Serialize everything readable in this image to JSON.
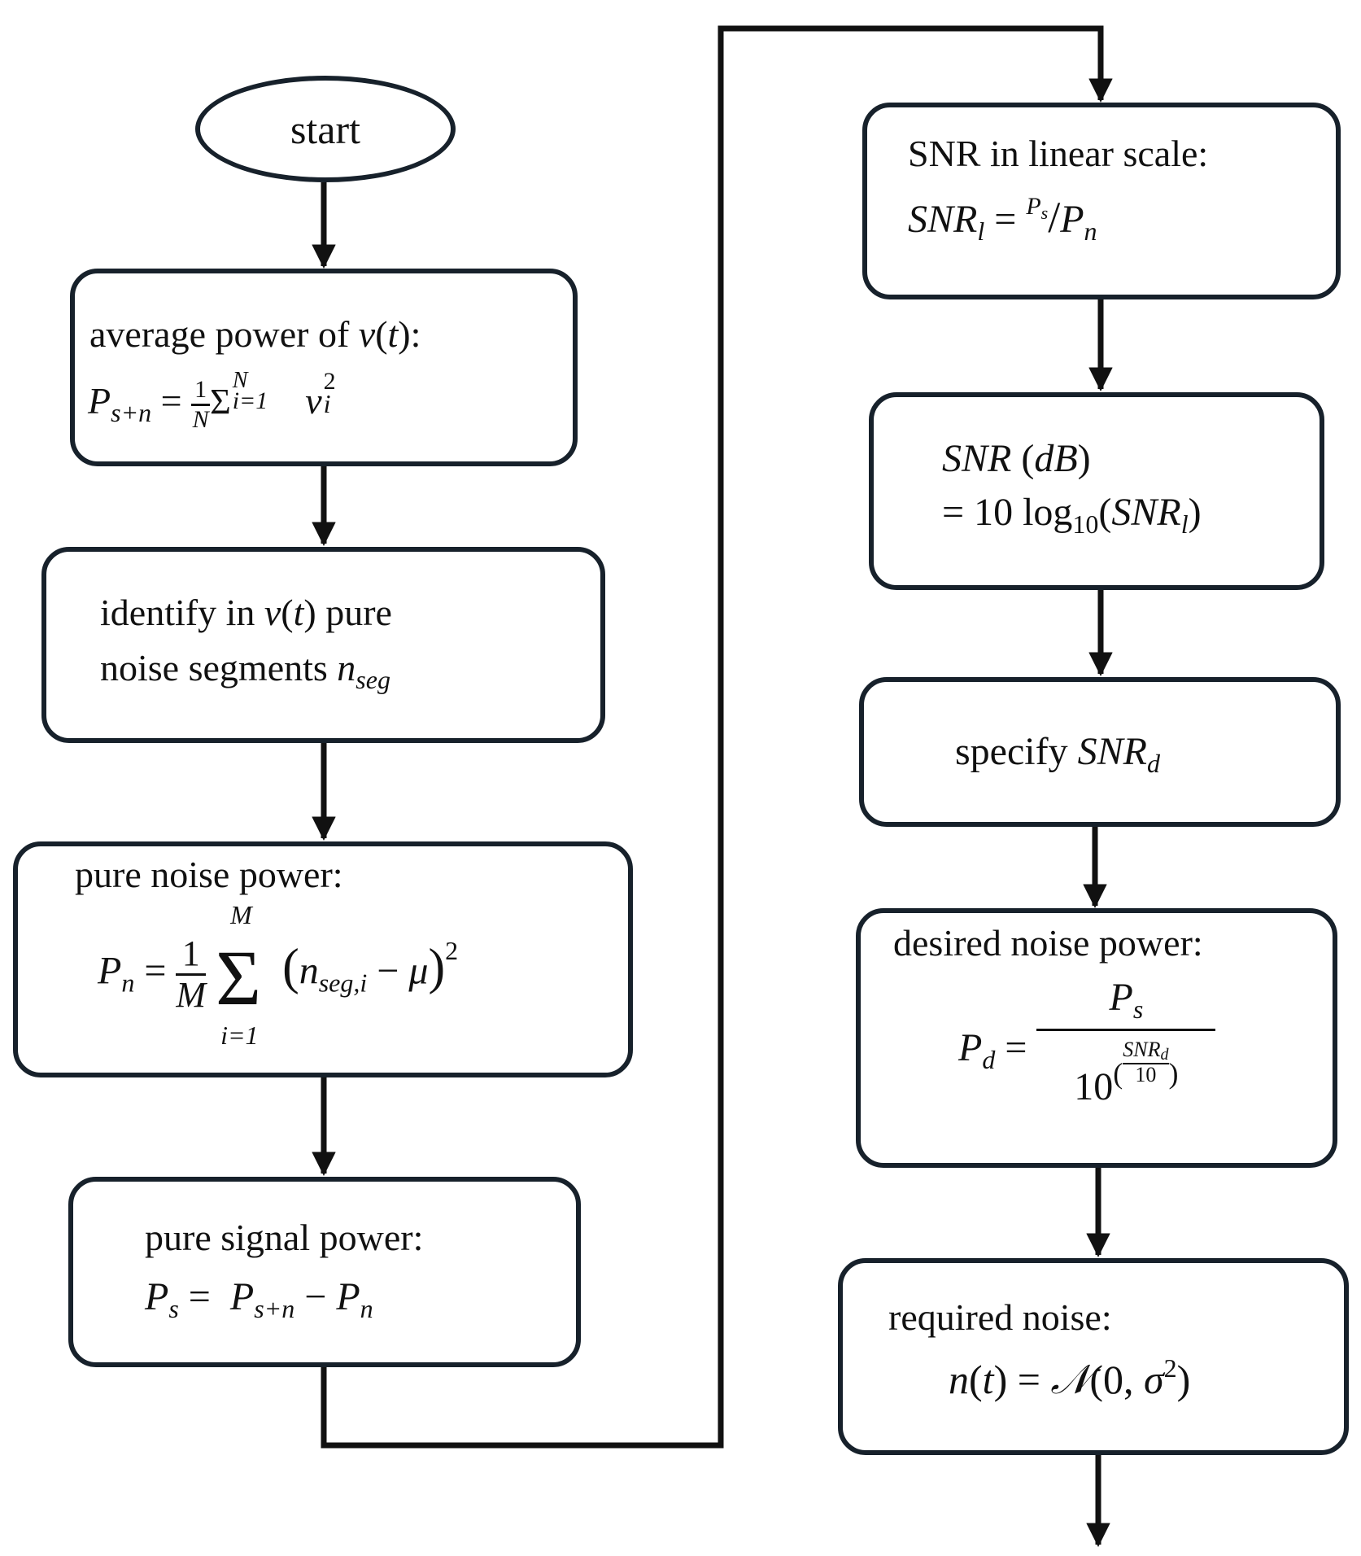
{
  "nodes": {
    "start": {
      "label": "start"
    },
    "avg_power": {
      "title": "average power of v(t):",
      "formula": "P_{s+n} = (1/N) Σ_{i=1}^{N} v_i^2"
    },
    "identify": {
      "line1": "identify in v(t) pure",
      "line2": "noise segments n_seg"
    },
    "noise_power": {
      "title": "pure noise power:",
      "formula": "P_n = (1/M) Σ_{i=1}^{M} (n_{seg,i} − μ)^2"
    },
    "signal_power": {
      "title": "pure signal power:",
      "formula": "P_s = P_{s+n} − P_n"
    },
    "snr_linear": {
      "title": "SNR in linear scale:",
      "formula": "SNR_l = P_s / P_n"
    },
    "snr_db": {
      "line1": "SNR (dB)",
      "line2": "= 10 log10(SNR_l)"
    },
    "specify": {
      "label": "specify SNR_d"
    },
    "desired_noise": {
      "title": "desired noise power:",
      "formula": "P_d = P_s / 10^(SNR_d/10)"
    },
    "required_noise": {
      "title": "required noise:",
      "formula": "n(t) = 𝒩(0, σ^2)"
    }
  },
  "edges": [
    [
      "start",
      "avg_power"
    ],
    [
      "avg_power",
      "identify"
    ],
    [
      "identify",
      "noise_power"
    ],
    [
      "noise_power",
      "signal_power"
    ],
    [
      "signal_power",
      "snr_linear"
    ],
    [
      "snr_linear",
      "snr_db"
    ],
    [
      "snr_db",
      "specify"
    ],
    [
      "specify",
      "desired_noise"
    ],
    [
      "desired_noise",
      "required_noise"
    ],
    [
      "required_noise",
      "exit"
    ]
  ],
  "colors": {
    "stroke": "#17212b",
    "text": "#111111"
  }
}
